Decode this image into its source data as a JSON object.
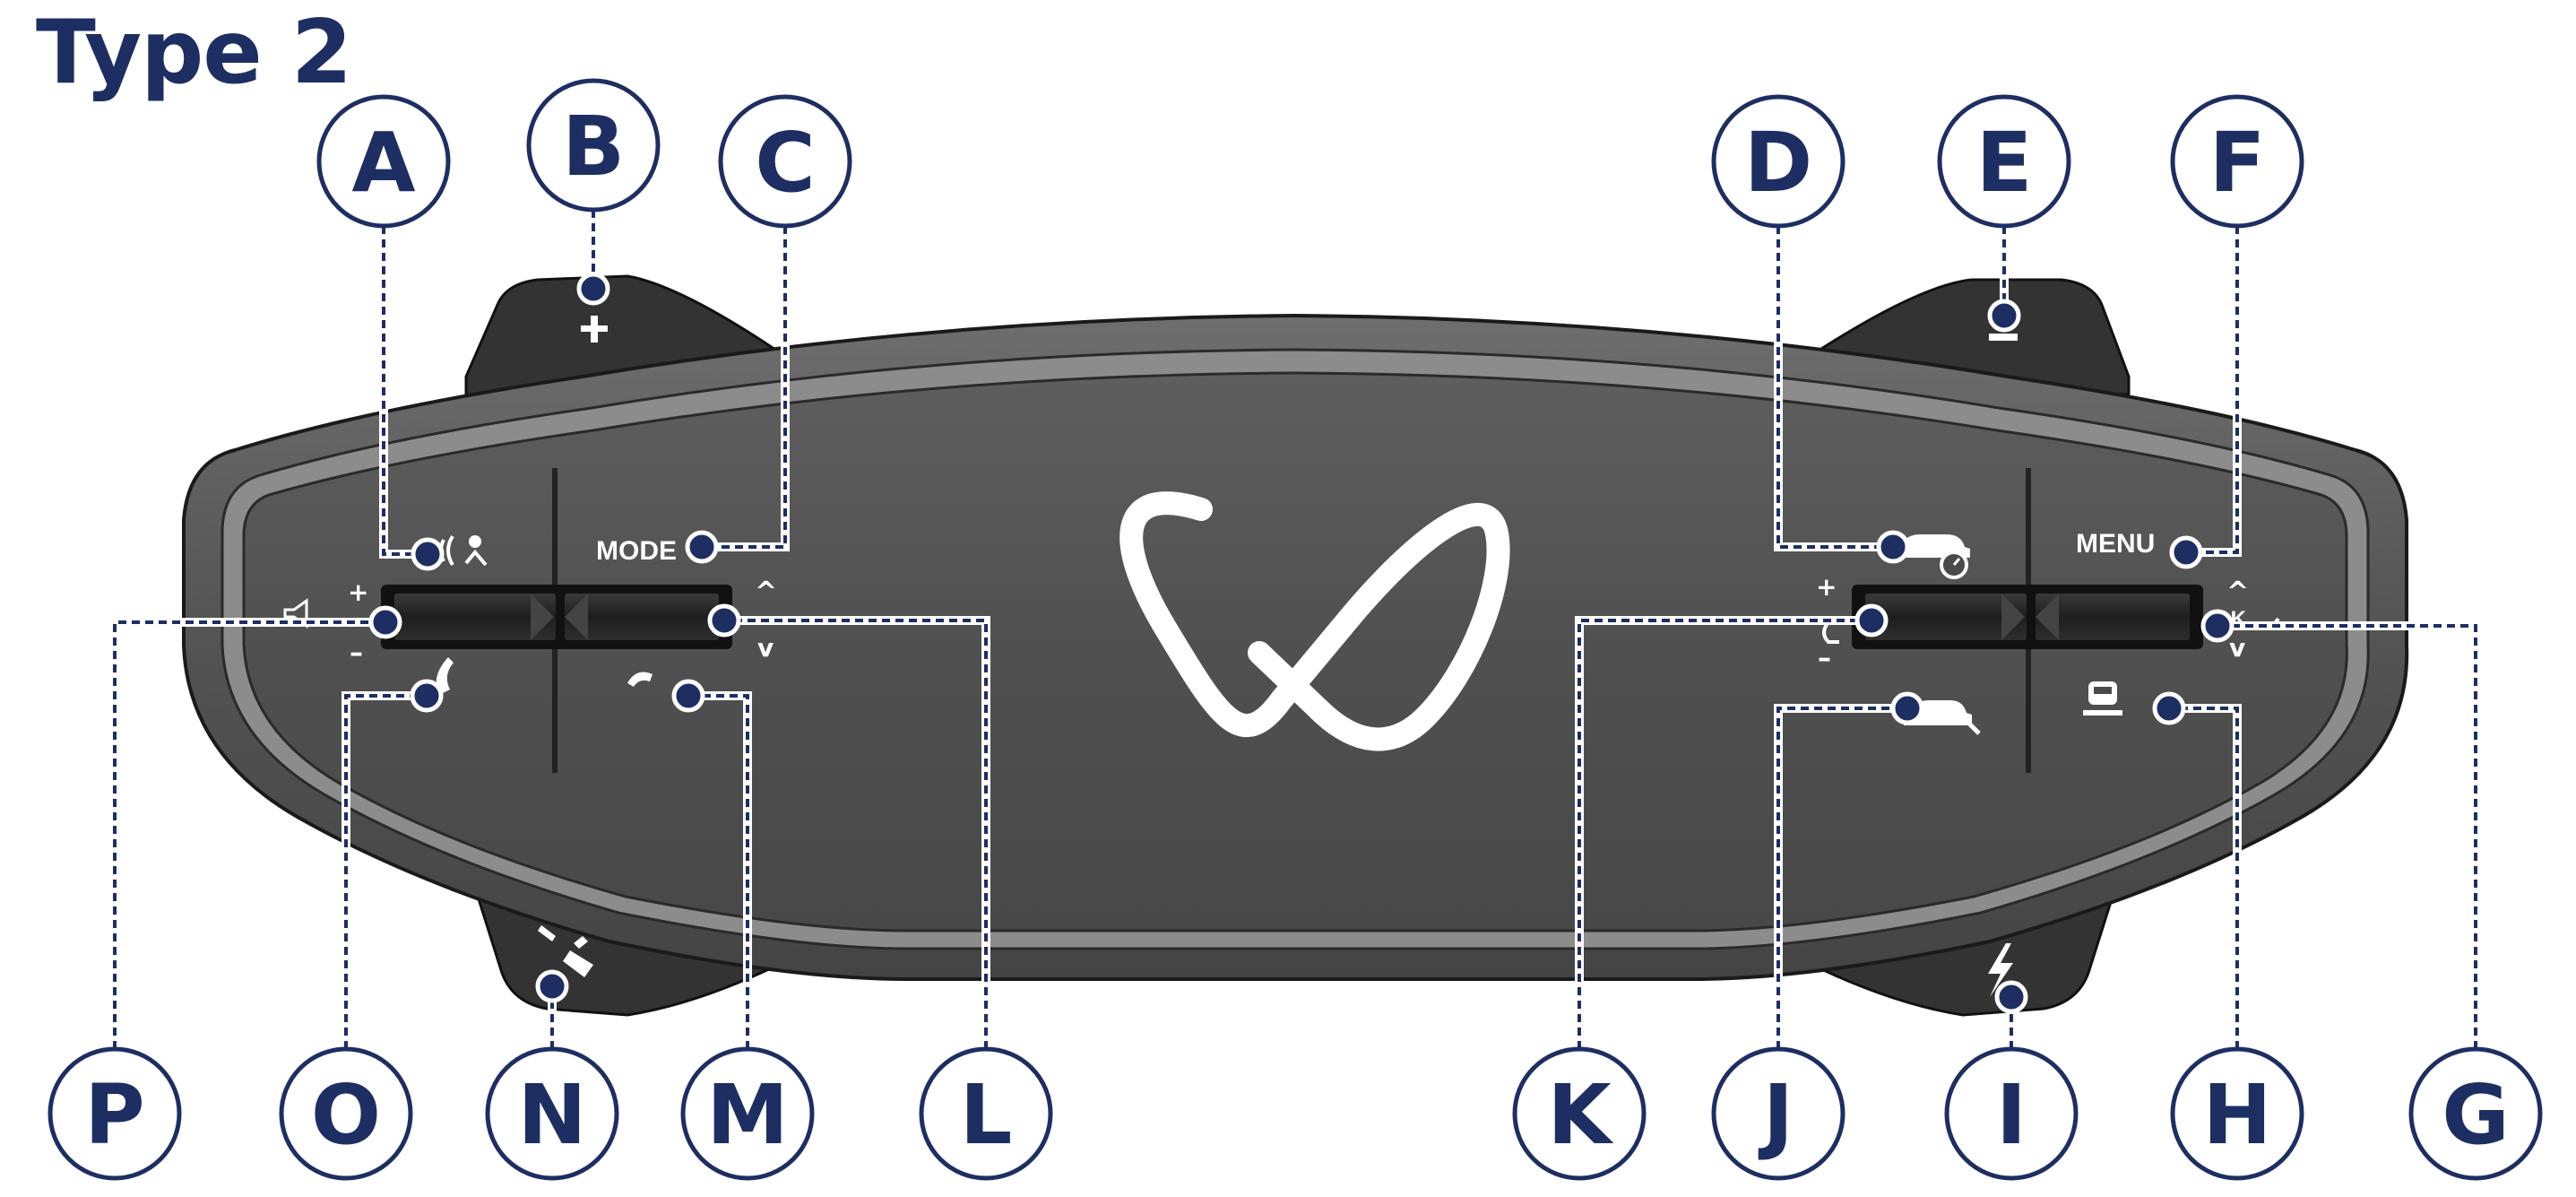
{
  "title": "Type 2",
  "panel_labels": {
    "mode": "MODE",
    "menu": "MENU",
    "ok": "OK"
  },
  "colors": {
    "callout": "#1d2e63",
    "body_dark": "#4a4a4a",
    "body_light": "#6e6e6e",
    "rim": "#8c8c8c",
    "wing": "#333333",
    "logo": "#ffffff"
  },
  "callouts": [
    {
      "letter": "A",
      "icon": "voice-command-icon"
    },
    {
      "letter": "B",
      "icon": "plus-icon"
    },
    {
      "letter": "C",
      "icon": "mode-button"
    },
    {
      "letter": "D",
      "icon": "car-speedometer-icon"
    },
    {
      "letter": "E",
      "icon": "minus-icon"
    },
    {
      "letter": "F",
      "icon": "menu-button"
    },
    {
      "letter": "G",
      "icon": "ok-rocker-icon"
    },
    {
      "letter": "H",
      "icon": "train-icon"
    },
    {
      "letter": "I",
      "icon": "lightning-icon"
    },
    {
      "letter": "J",
      "icon": "car-search-icon"
    },
    {
      "letter": "K",
      "icon": "rocker-plus-minus-icon"
    },
    {
      "letter": "L",
      "icon": "rocker-up-down-icon"
    },
    {
      "letter": "M",
      "icon": "hang-up-icon"
    },
    {
      "letter": "N",
      "icon": "steering-assist-icon"
    },
    {
      "letter": "O",
      "icon": "phone-icon"
    },
    {
      "letter": "P",
      "icon": "volume-rocker-icon"
    }
  ]
}
